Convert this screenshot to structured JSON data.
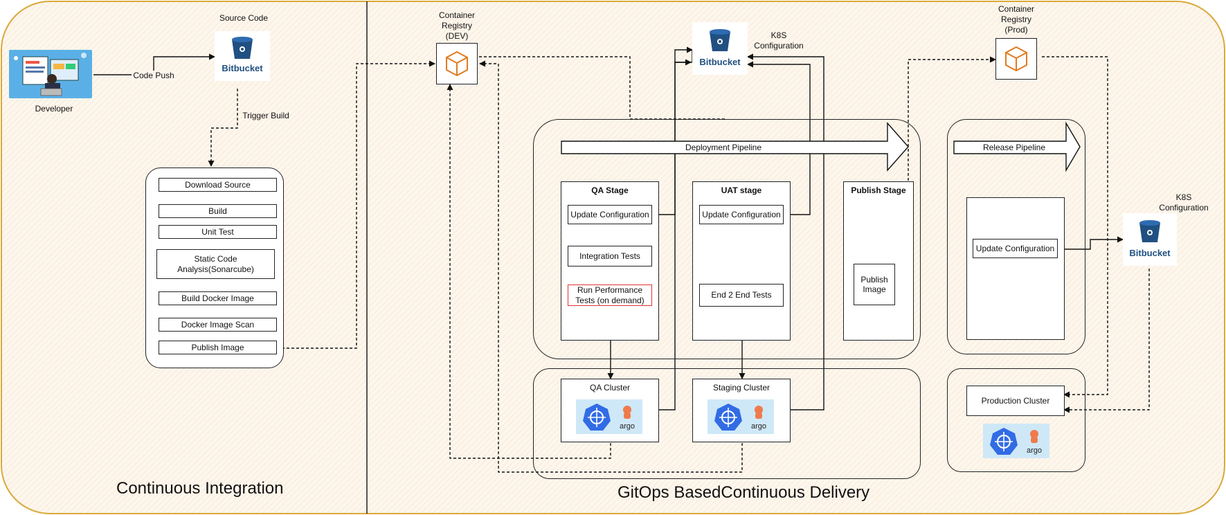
{
  "sections": {
    "ci_title": "Continuous Integration",
    "cd_title": "GitOps BasedContinuous Delivery"
  },
  "developer": {
    "label": "Developer",
    "code_push": "Code Push"
  },
  "source_code": {
    "title": "Source Code",
    "trigger_build": "Trigger Build"
  },
  "bitbucket_logo_text": "Bitbucket",
  "argo_logo_text": "argo",
  "ci_steps": [
    "Download Source",
    "Build",
    "Unit Test",
    "Static Code Analysis(Sonarcube)",
    "Build Docker Image",
    "Docker Image Scan",
    "Publish Image"
  ],
  "registry_dev": {
    "label": "Container Registry (DEV)"
  },
  "registry_prod": {
    "label": "Container Registry (Prod)"
  },
  "k8s_config_top": "K8S Configuration",
  "k8s_config_right": "K8S Configuration",
  "deployment_pipeline": {
    "arrow_label": "Deployment Pipeline",
    "qa_stage": {
      "title": "QA Stage",
      "steps": [
        "Update Configuration",
        "Integration Tests",
        "Run Performance Tests (on demand)"
      ]
    },
    "uat_stage": {
      "title": "UAT stage",
      "steps": [
        "Update Configuration",
        "End 2 End Tests"
      ]
    },
    "publish_stage": {
      "title": "Publish Stage",
      "step": "Publish Image"
    }
  },
  "release_pipeline": {
    "arrow_label": "Release Pipeline",
    "step": "Update Configuration"
  },
  "clusters": {
    "qa": "QA Cluster",
    "staging": "Staging Cluster",
    "production": "Production Cluster"
  },
  "colors": {
    "ci_bg": "#fdf3e8",
    "outer_border": "#d9a93a",
    "bitbucket_blue": "#205081",
    "registry_orange": "#e07b1f",
    "k8s_blue": "#326ce5",
    "argo_orange": "#ef7b4d",
    "cluster_icon_bg": "#cfe8f7",
    "perf_border": "#dd3333"
  }
}
